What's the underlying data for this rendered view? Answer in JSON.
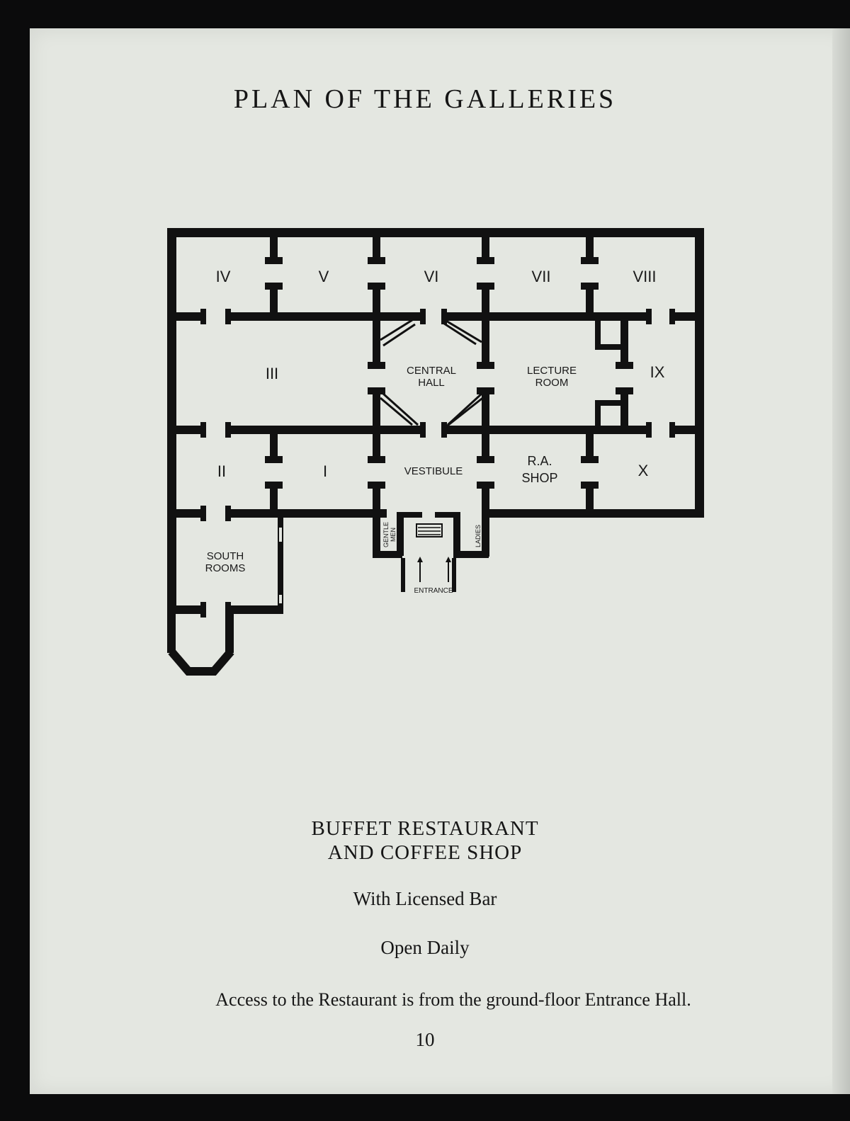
{
  "title": "PLAN OF THE GALLERIES",
  "plan": {
    "rooms": {
      "iv": "IV",
      "v": "V",
      "vi": "VI",
      "vii": "VII",
      "viii": "VIII",
      "iii": "III",
      "central_hall_1": "CENTRAL",
      "central_hall_2": "HALL",
      "lecture_room_1": "LECTURE",
      "lecture_room_2": "ROOM",
      "ix": "IX",
      "ii": "II",
      "i": "I",
      "vestibule": "VESTIBULE",
      "ra_shop_1": "R.A.",
      "ra_shop_2": "SHOP",
      "x": "X",
      "south_rooms_1": "SOUTH",
      "south_rooms_2": "ROOMS",
      "gentlemen_1": "GENTLE",
      "gentlemen_2": "MEN",
      "ladies": "LADIES",
      "entrance": "ENTRANCE"
    }
  },
  "restaurant": {
    "heading_line1": "BUFFET RESTAURANT",
    "heading_line2": "AND COFFEE SHOP",
    "bar": "With Licensed Bar",
    "hours": "Open Daily",
    "access": "Access to the Restaurant is from the ground-floor Entrance Hall."
  },
  "page_number": "10"
}
